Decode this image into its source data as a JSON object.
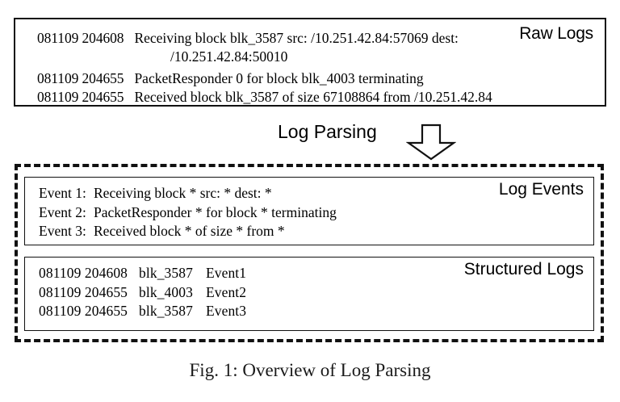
{
  "figure": {
    "caption": "Fig. 1: Overview of Log Parsing",
    "transition_label": "Log Parsing",
    "arrow_icon": "down-block-arrow-icon"
  },
  "raw_logs": {
    "label": "Raw Logs",
    "entries": [
      {
        "timestamp": "081109 204608",
        "message": "Receiving block blk_3587 src: /10.251.42.84:57069 dest:",
        "continuation": "/10.251.42.84:50010"
      },
      {
        "timestamp": "081109 204655",
        "message": "PacketResponder 0 for block blk_4003 terminating",
        "continuation": ""
      },
      {
        "timestamp": "081109 204655",
        "message": "Received block blk_3587 of size 67108864 from /10.251.42.84",
        "continuation": ""
      }
    ]
  },
  "log_events": {
    "label": "Log Events",
    "entries": [
      {
        "name": "Event 1:",
        "template": "Receiving block * src: * dest: *"
      },
      {
        "name": "Event 2:",
        "template": "PacketResponder * for block * terminating"
      },
      {
        "name": "Event 3:",
        "template": "Received block * of size * from *"
      }
    ]
  },
  "structured_logs": {
    "label": "Structured Logs",
    "rows": [
      {
        "timestamp": "081109 204608",
        "block": "blk_3587",
        "event": "Event1"
      },
      {
        "timestamp": "081109 204655",
        "block": "blk_4003",
        "event": "Event2"
      },
      {
        "timestamp": "081109 204655",
        "block": "blk_3587",
        "event": "Event3"
      }
    ]
  },
  "colors": {
    "border": "#111111",
    "text": "#000000",
    "background": "#ffffff"
  }
}
